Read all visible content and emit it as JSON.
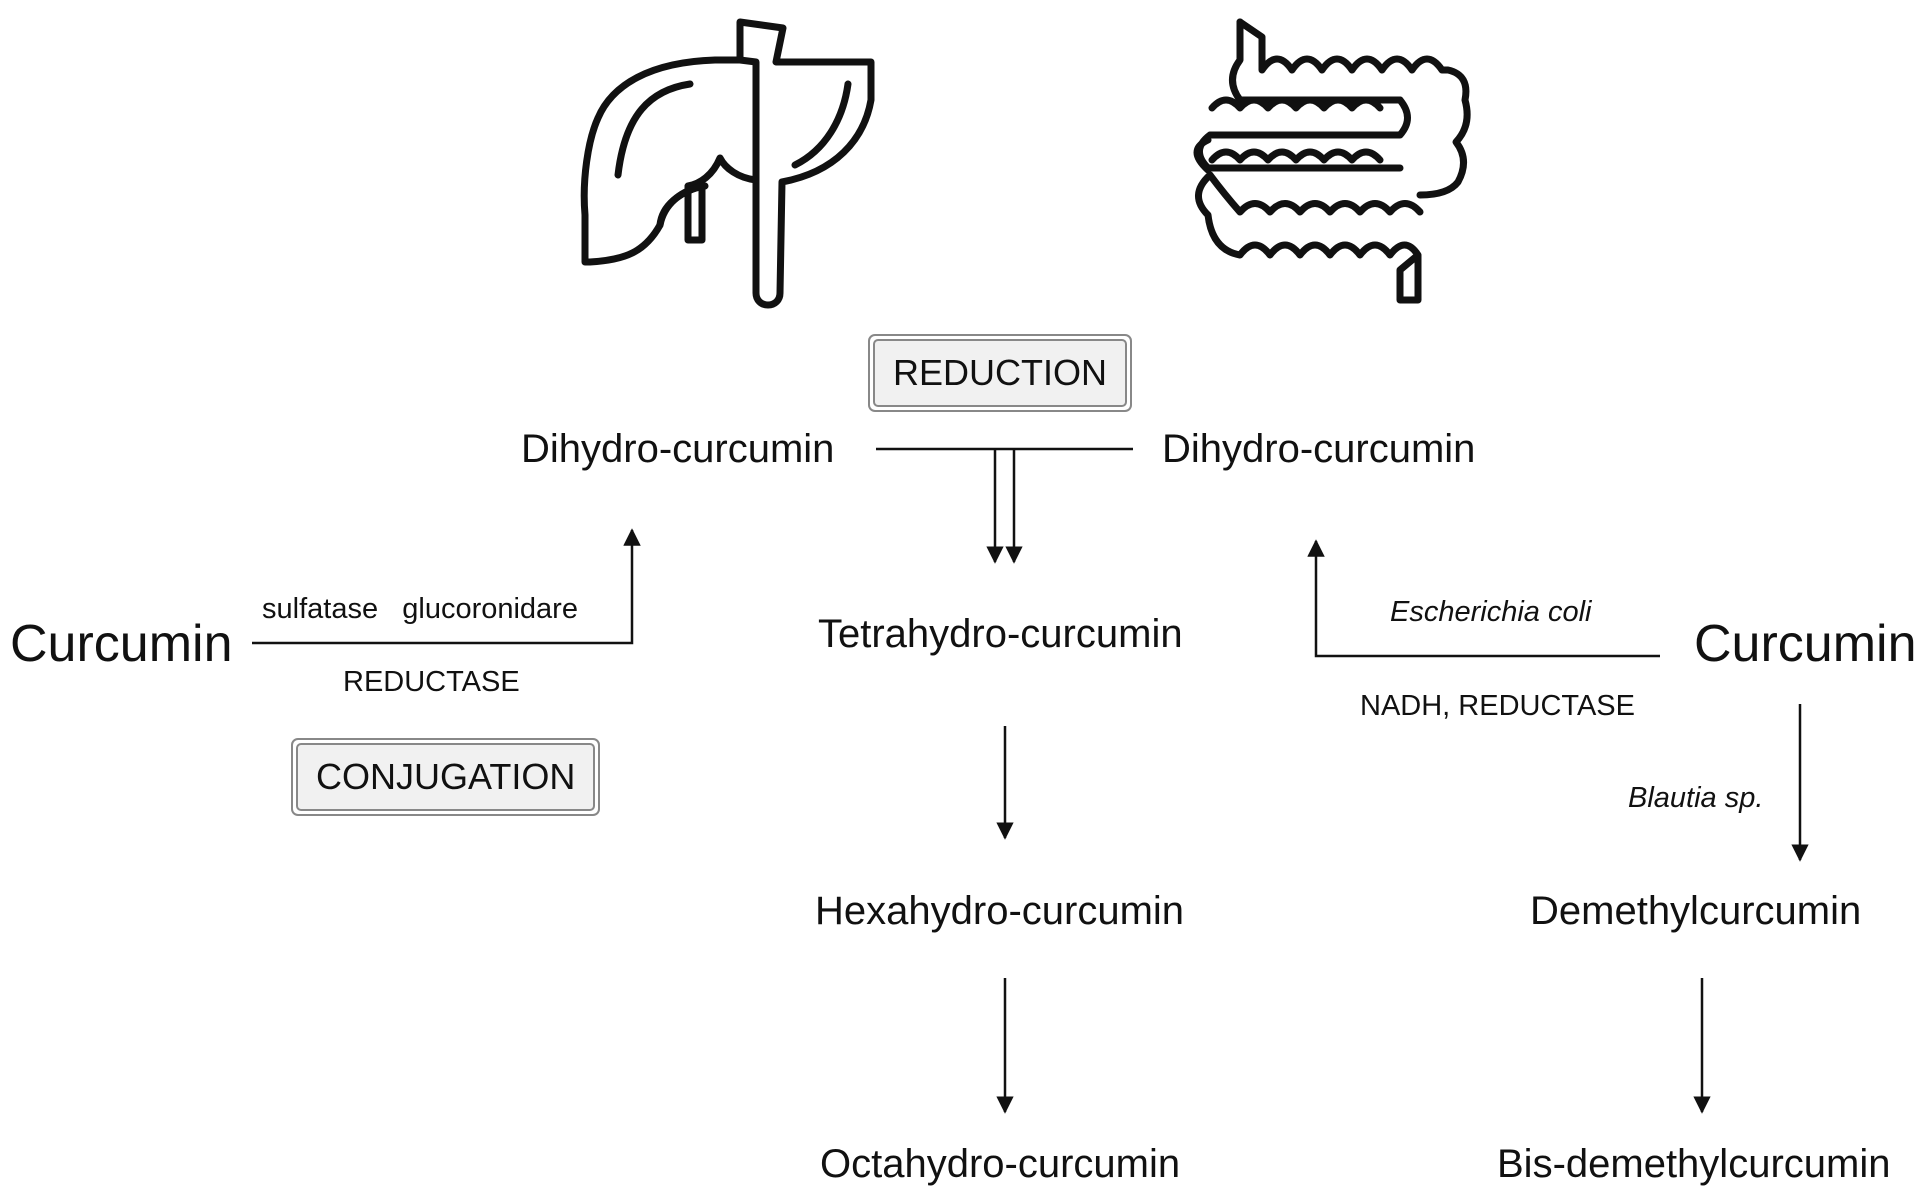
{
  "diagram": {
    "process_labels": {
      "reduction": "REDUCTION",
      "conjugation": "CONJUGATION"
    },
    "icons": {
      "liver": "liver-icon",
      "intestine": "intestine-icon"
    },
    "left": {
      "substrate": "Curcumin",
      "enzymes": "sulfatase   glucoronidare",
      "reductase": "REDUCTASE",
      "product": "Dihydro-curcumin"
    },
    "right": {
      "substrate": "Curcumin",
      "organism_reduction": "Escherichia coli",
      "cofactor": "NADH, REDUCTASE",
      "product": "Dihydro-curcumin",
      "organism_demethylation": "Blautia sp."
    },
    "reduction_chain": [
      "Tetrahydro-curcumin",
      "Hexahydro-curcumin",
      "Octahydro-curcumin"
    ],
    "demethylation_chain": [
      "Demethylcurcumin",
      "Bis-demethylcurcumin"
    ]
  }
}
